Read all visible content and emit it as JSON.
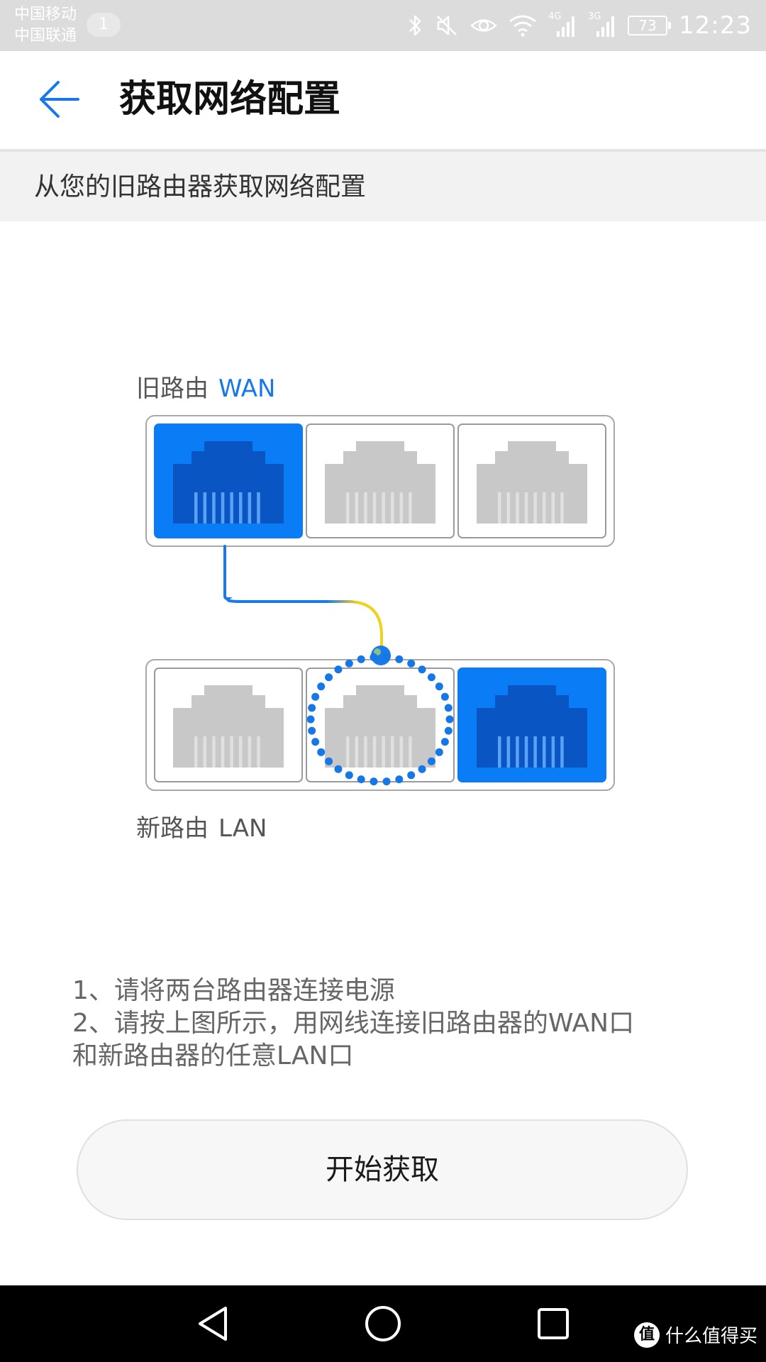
{
  "status_bar": {
    "carrier_1": "中国移动",
    "carrier_2": "中国联通",
    "notification_count": "1",
    "signal_1_label": "4G",
    "signal_2_label": "3G",
    "battery_level": "73",
    "time": "12:23",
    "icons": [
      "bluetooth-icon",
      "mute-icon",
      "eye-comfort-icon",
      "wifi-icon",
      "signal-4g-icon",
      "signal-3g-icon",
      "battery-icon"
    ]
  },
  "app_bar": {
    "title": "获取网络配置",
    "back_icon": "arrow-left-icon"
  },
  "subtitle": "从您的旧路由器获取网络配置",
  "diagram": {
    "old_router_label": "旧路由",
    "old_router_port": "WAN",
    "new_router_label": "新路由",
    "new_router_port": "LAN",
    "old_router_ports": [
      "active",
      "inactive",
      "inactive"
    ],
    "new_router_ports": [
      "inactive",
      "target",
      "active"
    ],
    "colors": {
      "active_port": "#0a7cf5",
      "active_plug": "#0a55c4",
      "inactive_port": "#c8c8c8",
      "cable_blue": "#1a7be8",
      "cable_yellow": "#f0d020",
      "highlight_dots": "#1677e6"
    }
  },
  "instructions": [
    "1、请将两台路由器连接电源",
    "2、请按上图所示，用网线连接旧路由器的WAN口",
    "和新路由器的任意LAN口"
  ],
  "start_button": "开始获取",
  "nav_bar": {
    "back_icon": "triangle-back-icon",
    "home_icon": "circle-home-icon",
    "recents_icon": "square-recents-icon"
  },
  "watermark": {
    "logo_text": "值",
    "text": "什么值得买"
  }
}
